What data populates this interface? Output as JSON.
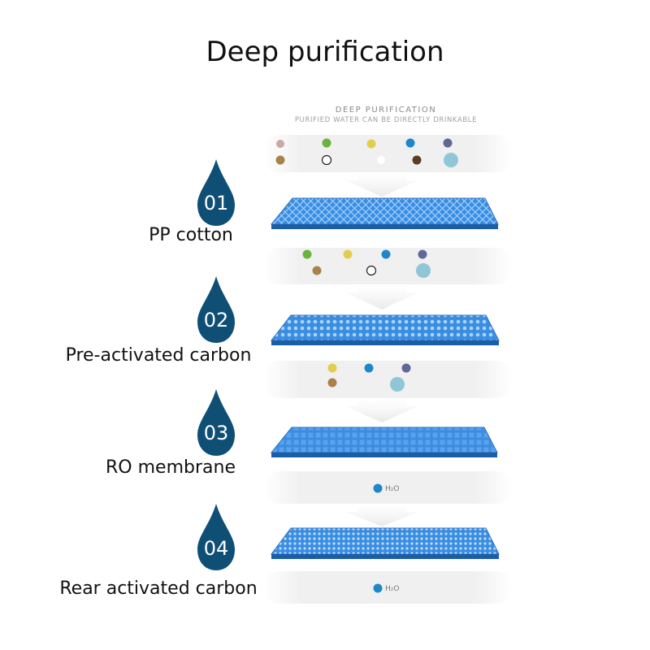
{
  "title": "Deep purification",
  "subtitle": {
    "line1": "DEEP PURIFICATION",
    "line2": "PURIFIED WATER CAN BE DIRECTLY DRINKABLE"
  },
  "stages": [
    {
      "number": "01",
      "label": "PP cotton"
    },
    {
      "number": "02",
      "label": "Pre-activated carbon"
    },
    {
      "number": "03",
      "label": "RO membrane"
    },
    {
      "number": "04",
      "label": "Rear activated carbon"
    }
  ],
  "particle_text": "H₂O",
  "colors": {
    "drop": "#0f4f76",
    "filter_top": "#3d8fdf",
    "filter_edge": "#1c5da8",
    "band_bg": "#eeeeee"
  }
}
